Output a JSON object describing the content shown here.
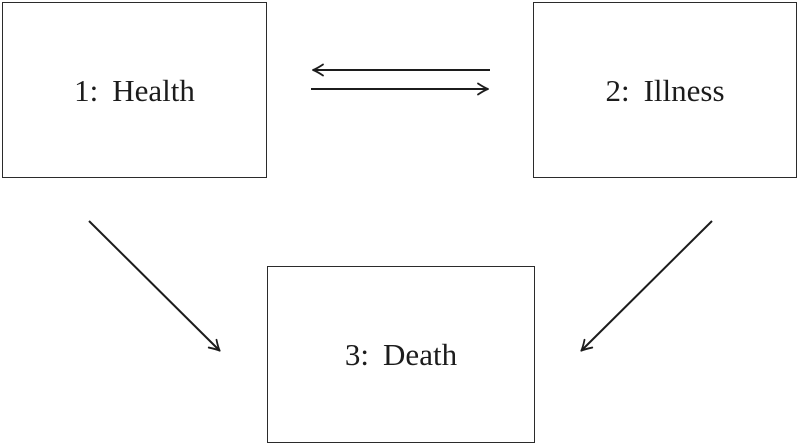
{
  "diagram": {
    "background": "#ffffff",
    "stroke_color": "#1c1c1c",
    "nodes": [
      {
        "id": 1,
        "number": "1:",
        "name": "Health",
        "full_label": "1: Health"
      },
      {
        "id": 2,
        "number": "2:",
        "name": "Illness",
        "full_label": "2: Illness"
      },
      {
        "id": 3,
        "number": "3:",
        "name": "Death",
        "full_label": "3: Death"
      }
    ],
    "edges": [
      {
        "from": "2: Illness",
        "to": "1: Health",
        "style": "straight-arrow"
      },
      {
        "from": "1: Health",
        "to": "2: Illness",
        "style": "straight-arrow"
      },
      {
        "from": "1: Health",
        "to": "3: Death",
        "style": "diagonal-arrow"
      },
      {
        "from": "2: Illness",
        "to": "3: Death",
        "style": "diagonal-arrow"
      }
    ]
  }
}
